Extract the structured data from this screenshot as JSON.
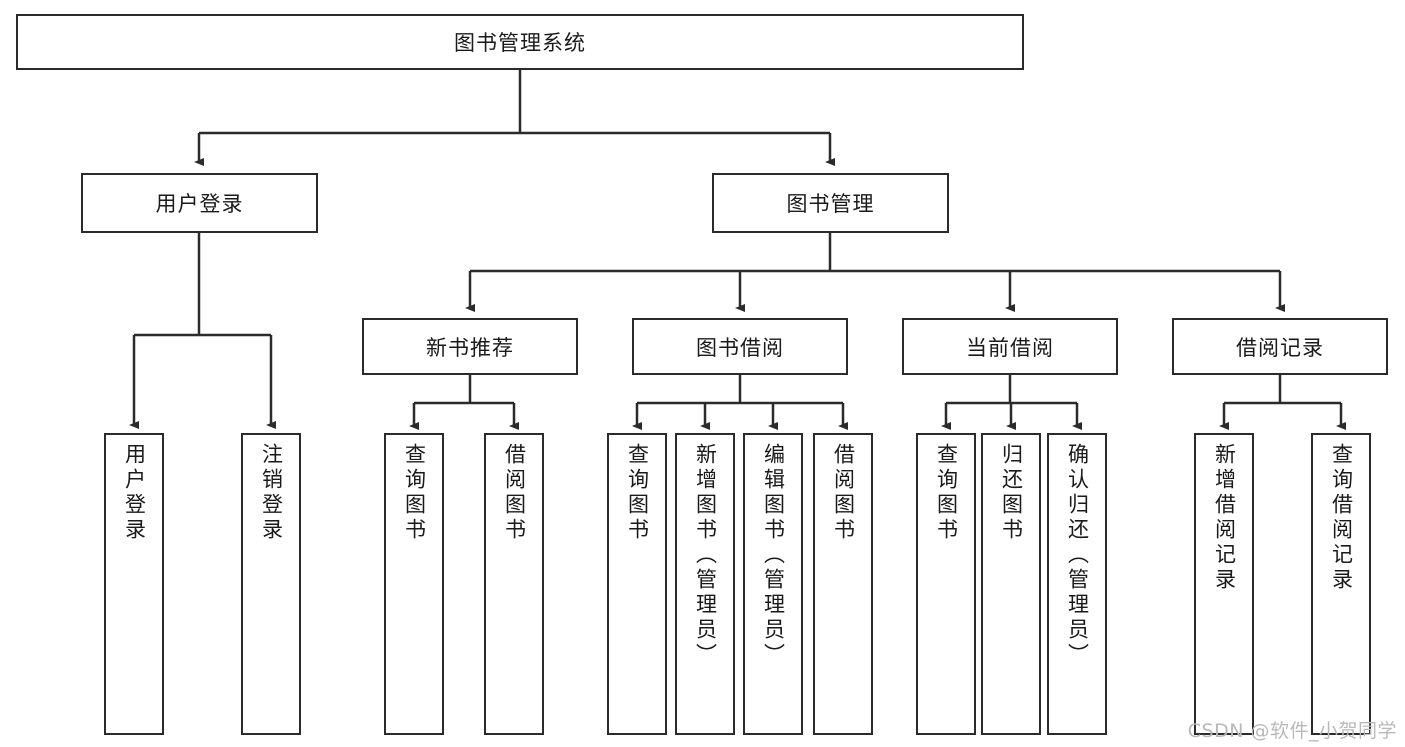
{
  "diagram": {
    "title": "图书管理系统",
    "type": "hierarchy-tree",
    "root": {
      "label": "图书管理系统"
    },
    "level2": [
      {
        "label": "用户登录"
      },
      {
        "label": "图书管理"
      }
    ],
    "level3": [
      {
        "label": "新书推荐"
      },
      {
        "label": "图书借阅"
      },
      {
        "label": "当前借阅"
      },
      {
        "label": "借阅记录"
      }
    ],
    "leaves_user_login": [
      {
        "label": "用户登录"
      },
      {
        "label": "注销登录"
      }
    ],
    "leaves_new_book": [
      {
        "label": "查询图书"
      },
      {
        "label": "借阅图书"
      }
    ],
    "leaves_borrow": [
      {
        "label": "查询图书"
      },
      {
        "label": "新增图书（管理员）"
      },
      {
        "label": "编辑图书（管理员）"
      },
      {
        "label": "借阅图书"
      }
    ],
    "leaves_current": [
      {
        "label": "查询图书"
      },
      {
        "label": "归还图书"
      },
      {
        "label": "确认归还（管理员）"
      }
    ],
    "leaves_records": [
      {
        "label": "新增借阅记录"
      },
      {
        "label": "查询借阅记录"
      }
    ],
    "watermark": "CSDN @软件_小贺同学",
    "colors": {
      "stroke": "#2b2b2b",
      "fill": "#ffffff",
      "text": "#1a1a1a",
      "watermark": "#b9b9b9"
    }
  }
}
